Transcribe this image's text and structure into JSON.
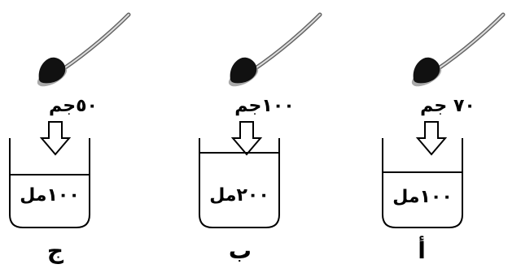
{
  "setups": [
    {
      "id": "c",
      "option_label": "ج",
      "mass_label": "٥٠جم",
      "volume_label": "١٠٠مل",
      "liquid_level": "low"
    },
    {
      "id": "b",
      "option_label": "ب",
      "mass_label": "١٠٠جم",
      "volume_label": "٢٠٠مل",
      "liquid_level": "high"
    },
    {
      "id": "a",
      "option_label": "أ",
      "mass_label": "٧٠ جم",
      "volume_label": "١٠٠مل",
      "liquid_level": "low"
    }
  ],
  "icons": {
    "spoon": "spoon-with-solid-icon",
    "arrow": "down-arrow-icon",
    "beaker": "beaker-icon"
  }
}
